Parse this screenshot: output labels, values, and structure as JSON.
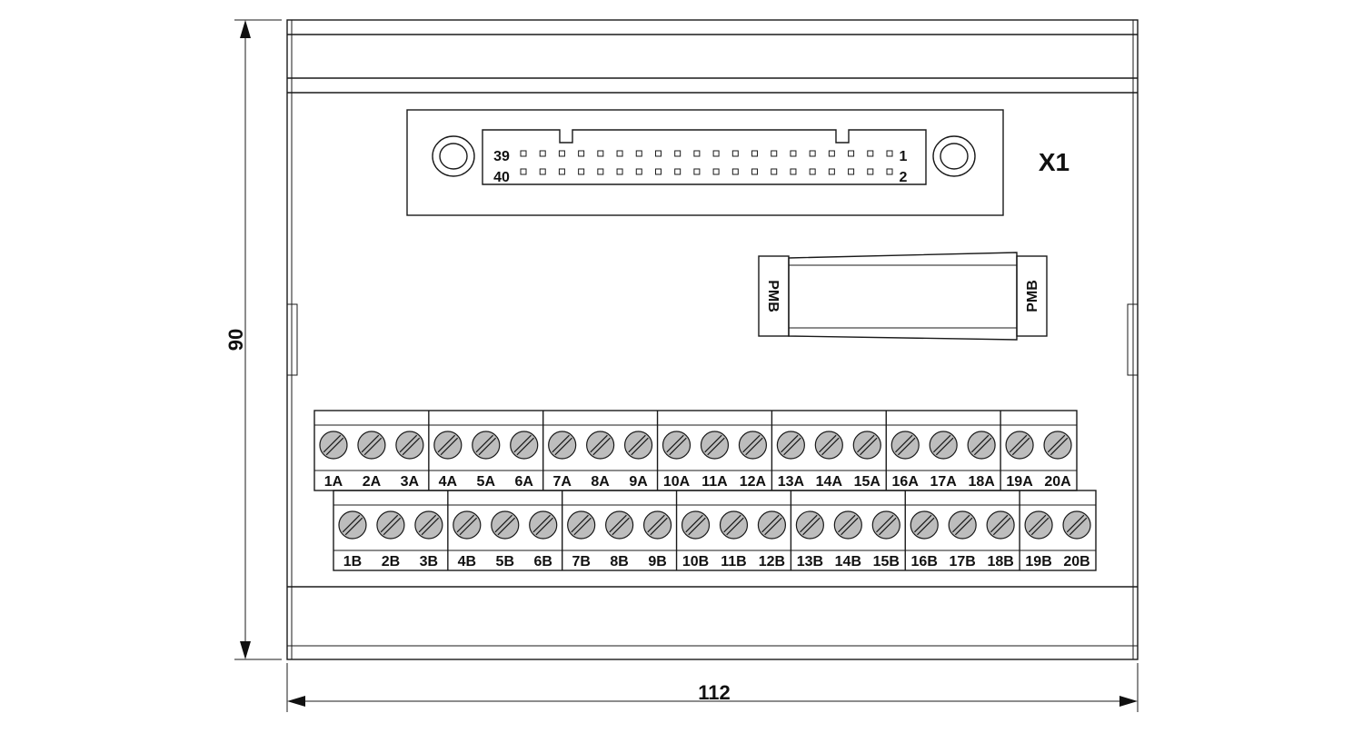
{
  "dimensions": {
    "height": "90",
    "width": "112"
  },
  "connector": {
    "name": "X1",
    "pin_top_left": "39",
    "pin_bottom_left": "40",
    "pin_top_right": "1",
    "pin_bottom_right": "2",
    "pins_per_row": 20
  },
  "pmb": {
    "left_label": "PMB",
    "right_label": "PMB"
  },
  "row_a_labels": [
    "1A",
    "2A",
    "3A",
    "4A",
    "5A",
    "6A",
    "7A",
    "8A",
    "9A",
    "10A",
    "11A",
    "12A",
    "13A",
    "14A",
    "15A",
    "16A",
    "17A",
    "18A",
    "19A",
    "20A"
  ],
  "row_b_labels": [
    "1B",
    "2B",
    "3B",
    "4B",
    "5B",
    "6B",
    "7B",
    "8B",
    "9B",
    "10B",
    "11B",
    "12B",
    "13B",
    "14B",
    "15B",
    "16B",
    "17B",
    "18B",
    "19B",
    "20B"
  ],
  "terminal_group_size": 3
}
